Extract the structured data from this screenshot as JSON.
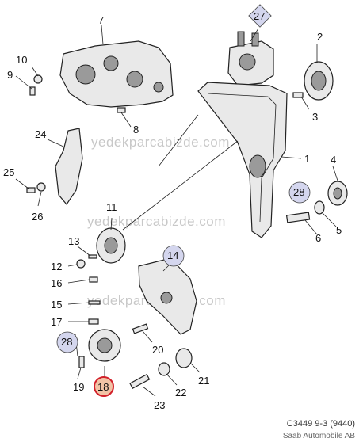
{
  "callouts": {
    "c1": "1",
    "c2": "2",
    "c3": "3",
    "c4": "4",
    "c5": "5",
    "c6": "6",
    "c7": "7",
    "c8": "8",
    "c9": "9",
    "c10": "10",
    "c11": "11",
    "c12": "12",
    "c13": "13",
    "c14": "14",
    "c15": "15",
    "c16": "16",
    "c17": "17",
    "c18": "18",
    "c19": "19",
    "c20": "20",
    "c21": "21",
    "c22": "22",
    "c23": "23",
    "c24": "24",
    "c25": "25",
    "c26": "26",
    "c27": "27",
    "c28a": "28",
    "c28b": "28"
  },
  "watermark": "yedekparcabizde.com",
  "footer": {
    "code": "C3449 9-3 (9440)",
    "publisher": "Saab Automobile AB"
  },
  "colors": {
    "highlight_fill": "#f2c3a6",
    "highlight_ring": "#d2202a",
    "circle_fill": "#d4d6ee"
  }
}
